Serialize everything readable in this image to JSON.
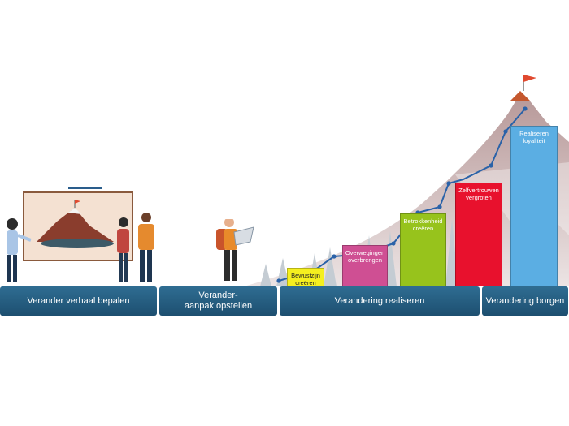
{
  "phases": [
    {
      "label": "Verander verhaal bepalen"
    },
    {
      "label": "Verander-\naanpak opstellen"
    },
    {
      "label": "Verandering realiseren"
    },
    {
      "label": "Verandering borgen"
    }
  ],
  "steps": [
    {
      "label": "Bewustzijn creëren",
      "color": "#f5ef1f",
      "text_color": "#222222"
    },
    {
      "label": "Overwegingen overbrengen",
      "color": "#cf4f93",
      "text_color": "#ffffff"
    },
    {
      "label": "Betrokkenheid creëren",
      "color": "#97c31c",
      "text_color": "#ffffff"
    },
    {
      "label": "Zelfvertrouwen vergroten",
      "color": "#e8112d",
      "text_color": "#ffffff"
    },
    {
      "label": "Realiseren loyaliteit",
      "color": "#5baee3",
      "text_color": "#ffffff"
    }
  ],
  "colors": {
    "phase_bar": "#24597c",
    "mountain": "#c9aeae",
    "path": "#2a62a8",
    "flag": "#e0492f"
  },
  "illustrations": {
    "left": "presenters-with-mountain-map",
    "middle": "hiker-reading-map",
    "right": "mountain-peak-with-flag"
  }
}
